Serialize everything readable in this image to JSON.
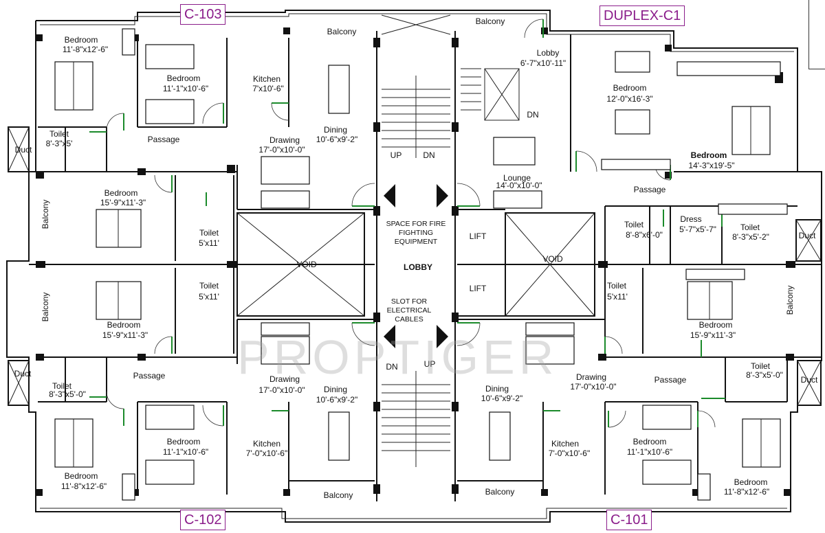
{
  "units": {
    "c103": "C-103",
    "duplex": "DUPLEX-C1",
    "c102": "C-102",
    "c101": "C-101"
  },
  "watermark": "PROPTIGER",
  "rooms": {
    "tl_bed1": {
      "name": "Bedroom",
      "size": "11'-8\"x12'-6\""
    },
    "tl_bed2": {
      "name": "Bedroom",
      "size": "11'-1\"x10'-6\""
    },
    "tl_kitchen": {
      "name": "Kitchen",
      "size": "7'x10'-6\""
    },
    "tl_dining": {
      "name": "Dining",
      "size": "10'-6\"x9'-2\""
    },
    "tl_drawing": {
      "name": "Drawing",
      "size": "17'-0\"x10'-0\""
    },
    "tl_passage": "Passage",
    "tl_toilet": {
      "name": "Toilet",
      "size": "8'-3\"x5'"
    },
    "tl_duct": "Duct",
    "tl_balcony_top": "Balcony",
    "ml_balcony": "Balcony",
    "ml_bed": {
      "name": "Bedroom",
      "size": "15'-9\"x11'-3\""
    },
    "ml_toilet": {
      "name": "Toilet",
      "size": "5'x11'"
    },
    "void_left": "VOID",
    "bl_balcony": "Balcony",
    "bl_bed": {
      "name": "Bedroom",
      "size": "15'-9\"x11'-3\""
    },
    "bl_toilet": {
      "name": "Toilet",
      "size": "5'x11'"
    },
    "bl_passage": "Passage",
    "bl_toilet2": {
      "name": "Toilet",
      "size": "8'-3\"x5'-0\""
    },
    "bl_duct": "Duct",
    "bl_drawing": {
      "name": "Drawing",
      "size": "17'-0\"x10'-0\""
    },
    "bl_dining": {
      "name": "Dining",
      "size": "10'-6\"x9'-2\""
    },
    "bl_bed2": {
      "name": "Bedroom",
      "size": "11'-1\"x10'-6\""
    },
    "bl_kitchen": {
      "name": "Kitchen",
      "size": "7'-0\"x10'-6\""
    },
    "bl_bed1": {
      "name": "Bedroom",
      "size": "11'-8\"x12'-6\""
    },
    "bl_balcony_bot": "Balcony",
    "stair_up": "UP",
    "stair_dn": "DN",
    "fire": [
      "SPACE FOR FIRE",
      "FIGHTING",
      "EQUIPMENT"
    ],
    "lobby_center": "LOBBY",
    "cables": [
      "SLOT FOR",
      "ELECTRICAL",
      "CABLES"
    ],
    "stair2_dn": "DN",
    "stair2_up": "UP",
    "tr_balcony": "Balcony",
    "tr_lobby": {
      "name": "Lobby",
      "size": "6'-7\"x10'-11\""
    },
    "tr_dn": "DN",
    "tr_lounge": {
      "name": "Lounge",
      "size": "14'-0\"x10'-0\""
    },
    "tr_bed1": {
      "name": "Bedroom",
      "size": "12'-0\"x16'-3\""
    },
    "tr_bed2": {
      "name": "Bedroom",
      "size": "14'-3\"x19'-5\""
    },
    "tr_passage": "Passage",
    "tr_dress": {
      "name": "Dress",
      "size": "5'-7\"x5'-7\""
    },
    "tr_toilet1": {
      "name": "Toilet",
      "size": "8'-8\"x6'-0\""
    },
    "tr_toilet2": {
      "name": "Toilet",
      "size": "8'-3\"x5'-2\""
    },
    "tr_duct": "Duct",
    "lift1": "LIFT",
    "lift2": "LIFT",
    "void_right": "VOID",
    "mr_toilet": {
      "name": "Toilet",
      "size": "5'x11'"
    },
    "mr_bed": {
      "name": "Bedroom",
      "size": "15'-9\"x11'-3\""
    },
    "mr_balcony": "Balcony",
    "br_drawing": {
      "name": "Drawing",
      "size": "17'-0\"x10'-0\""
    },
    "br_passage": "Passage",
    "br_toilet": {
      "name": "Toilet",
      "size": "8'-3\"x5'-0\""
    },
    "br_duct": "Duct",
    "br_dining": {
      "name": "Dining",
      "size": "10'-6\"x9'-2\""
    },
    "br_kitchen": {
      "name": "Kitchen",
      "size": "7'-0\"x10'-6\""
    },
    "br_bed2": {
      "name": "Bedroom",
      "size": "11'-1\"x10'-6\""
    },
    "br_bed1": {
      "name": "Bedroom",
      "size": "11'-8\"x12'-6\""
    },
    "br_balcony": "Balcony"
  }
}
